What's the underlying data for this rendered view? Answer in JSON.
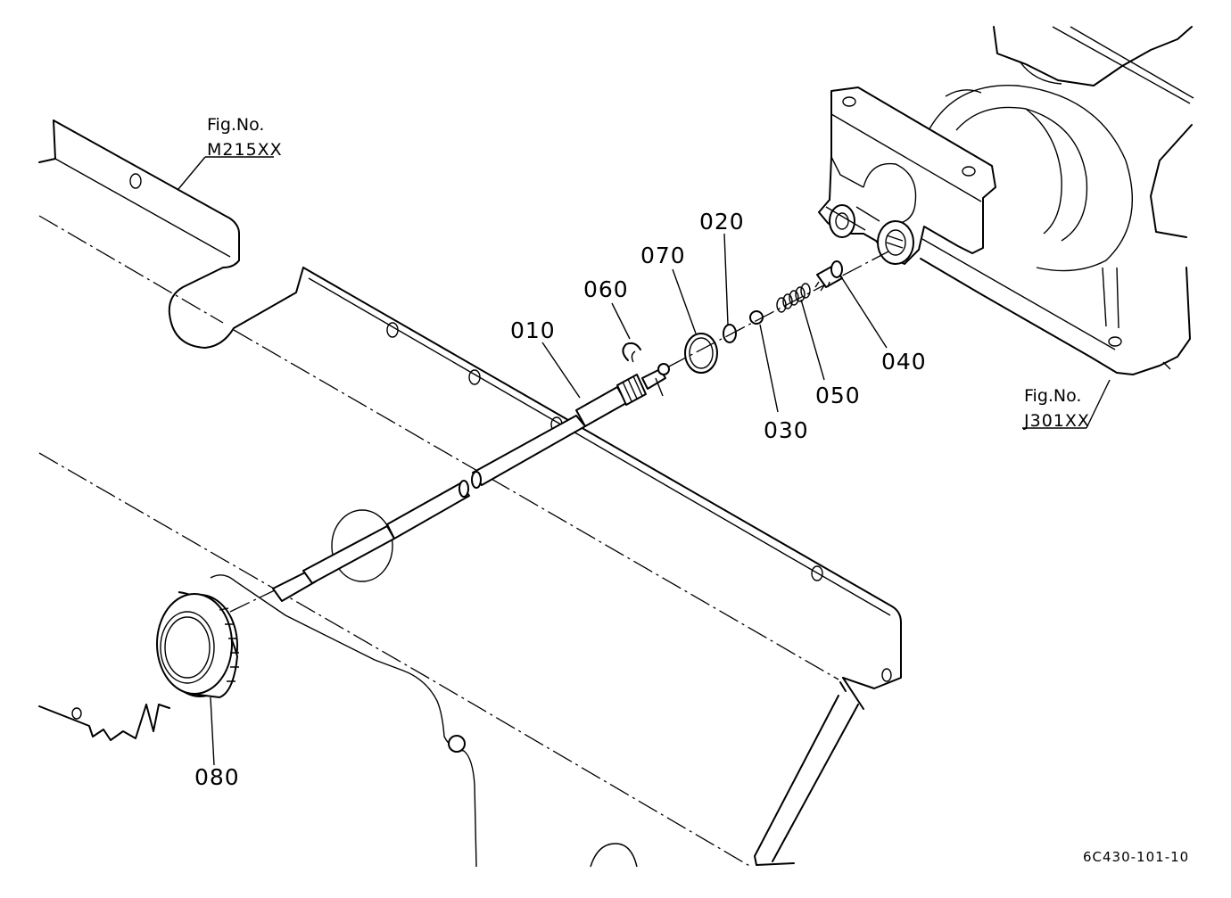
{
  "parts": [
    {
      "id": "010"
    },
    {
      "id": "020"
    },
    {
      "id": "030"
    },
    {
      "id": "040"
    },
    {
      "id": "050"
    },
    {
      "id": "060"
    },
    {
      "id": "070"
    },
    {
      "id": "080"
    }
  ],
  "references": [
    {
      "fig_label": "Fig.No.",
      "fig_number": "M215XX"
    },
    {
      "fig_label": "Fig.No.",
      "fig_number": "J301XX"
    }
  ],
  "drawing_id": "6C430-101-10"
}
